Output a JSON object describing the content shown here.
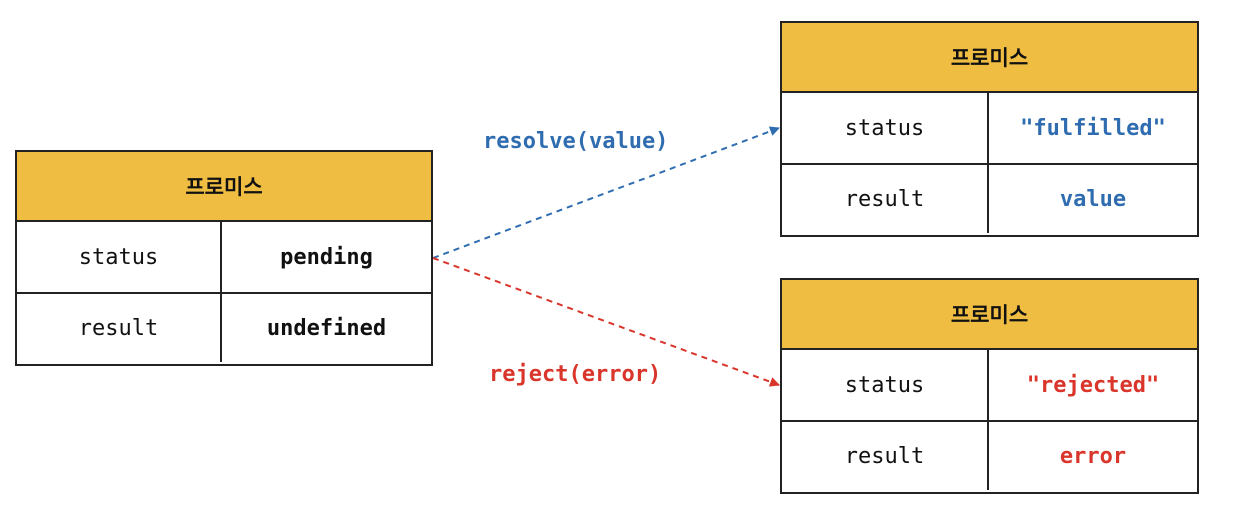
{
  "colors": {
    "header_bg": "#f0bd43",
    "resolve": "#2f6db0",
    "reject": "#d9352b",
    "border": "#222222",
    "text": "#111111"
  },
  "pending_promise": {
    "title": "프로미스",
    "rows": [
      {
        "key": "status",
        "value": "pending"
      },
      {
        "key": "result",
        "value": "undefined"
      }
    ]
  },
  "fulfilled_promise": {
    "title": "프로미스",
    "rows": [
      {
        "key": "status",
        "value": "\"fulfilled\""
      },
      {
        "key": "result",
        "value": "value"
      }
    ]
  },
  "rejected_promise": {
    "title": "프로미스",
    "rows": [
      {
        "key": "status",
        "value": "\"rejected\""
      },
      {
        "key": "result",
        "value": "error"
      }
    ]
  },
  "transitions": {
    "resolve_label": "resolve(value)",
    "reject_label": "reject(error)"
  }
}
